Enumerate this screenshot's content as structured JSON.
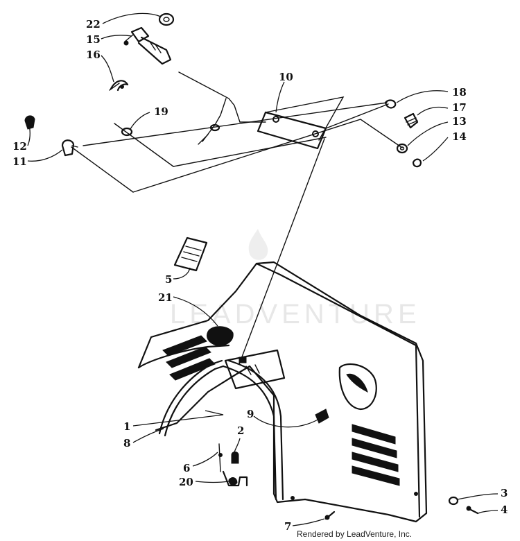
{
  "callouts": [
    {
      "id": "22",
      "label": "22"
    },
    {
      "id": "15",
      "label": "15"
    },
    {
      "id": "16",
      "label": "16"
    },
    {
      "id": "10",
      "label": "10"
    },
    {
      "id": "19",
      "label": "19"
    },
    {
      "id": "18",
      "label": "18"
    },
    {
      "id": "17",
      "label": "17"
    },
    {
      "id": "13",
      "label": "13"
    },
    {
      "id": "14",
      "label": "14"
    },
    {
      "id": "12",
      "label": "12"
    },
    {
      "id": "11",
      "label": "11"
    },
    {
      "id": "5",
      "label": "5"
    },
    {
      "id": "21",
      "label": "21"
    },
    {
      "id": "1",
      "label": "1"
    },
    {
      "id": "8",
      "label": "8"
    },
    {
      "id": "9",
      "label": "9"
    },
    {
      "id": "2",
      "label": "2"
    },
    {
      "id": "6",
      "label": "6"
    },
    {
      "id": "20",
      "label": "20"
    },
    {
      "id": "3",
      "label": "3"
    },
    {
      "id": "4",
      "label": "4"
    },
    {
      "id": "7",
      "label": "7"
    }
  ],
  "watermark": "LEADVENTURE",
  "credit": "Rendered by LeadVenture, Inc."
}
